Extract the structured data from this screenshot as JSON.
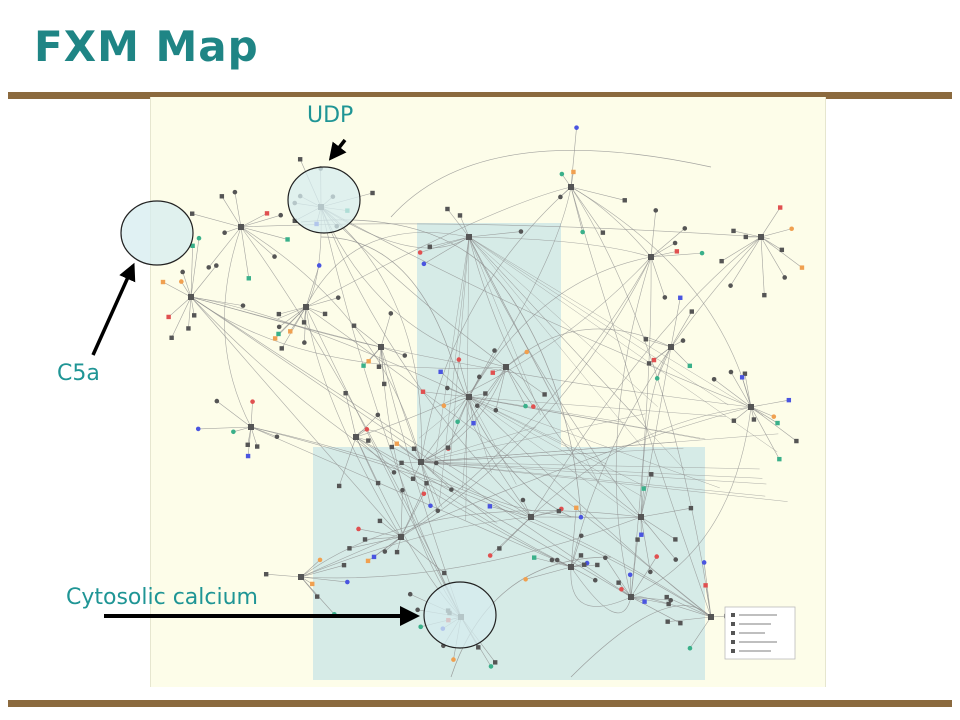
{
  "slide": {
    "title": "FXM Map"
  },
  "colors": {
    "title": "#1f8585",
    "callout_text": "#1f9595",
    "rule": "#8b6a3e",
    "map_background": "#fdfde9",
    "region_fill": "#cfe8e6",
    "highlight_fill": "#d6ecef",
    "highlight_stroke": "#222222",
    "edge": "#8c8c8c",
    "node": "#555555",
    "node_blue": "#4a55e0",
    "node_orange": "#f0a050",
    "node_green": "#3ab08a",
    "node_red": "#e05050"
  },
  "callouts": [
    {
      "id": "udp",
      "label": "UDP"
    },
    {
      "id": "c5a",
      "label": "C5a"
    },
    {
      "id": "calcium",
      "label": "Cytosolic calcium"
    }
  ],
  "icons": {
    "arrow": "arrow-icon",
    "highlight": "highlight-circle-icon",
    "node": "network-node-icon"
  }
}
